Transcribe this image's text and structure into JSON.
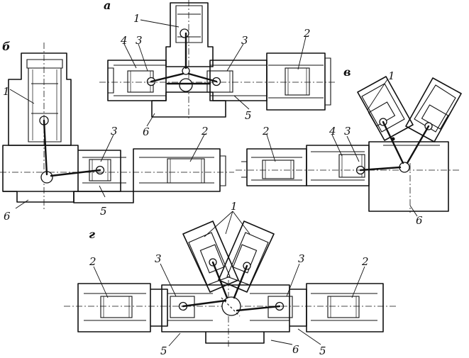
{
  "figure": {
    "variants": {
      "a": "а",
      "b": "б",
      "v": "в",
      "g": "г"
    },
    "parts": {
      "p1": "1",
      "p2": "2",
      "p3": "3",
      "p4": "4",
      "p5": "5",
      "p6": "6"
    }
  }
}
